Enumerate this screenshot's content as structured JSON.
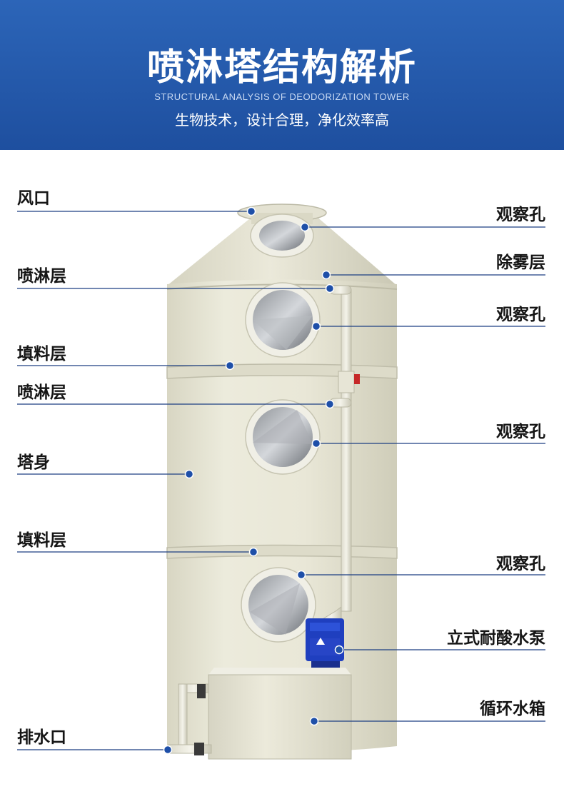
{
  "header": {
    "title": "喷淋塔结构解析",
    "subtitle": "STRUCTURAL ANALYSIS OF DEODORIZATION TOWER",
    "tagline": "生物技术，设计合理，净化效率高"
  },
  "colors": {
    "header_blue": "#1e4f9f",
    "leader_line": "#1c3f82",
    "marker_dot": "#1e4fa8",
    "tower_body": "#e6e4d3",
    "pump_blue": "#1f3fbf"
  },
  "labels": {
    "left": {
      "air_port": "风口",
      "spray_layer_1": "喷淋层",
      "packing_layer_1": "填料层",
      "spray_layer_2": "喷淋层",
      "tower_body": "塔身",
      "packing_layer_2": "填料层",
      "drain_port": "排水口"
    },
    "right": {
      "observation_port_1": "观察孔",
      "demister_layer": "除雾层",
      "observation_port_2": "观察孔",
      "observation_port_3": "观察孔",
      "observation_port_4": "观察孔",
      "vertical_acid_pump": "立式耐酸水泵",
      "circulating_tank": "循环水箱"
    }
  }
}
